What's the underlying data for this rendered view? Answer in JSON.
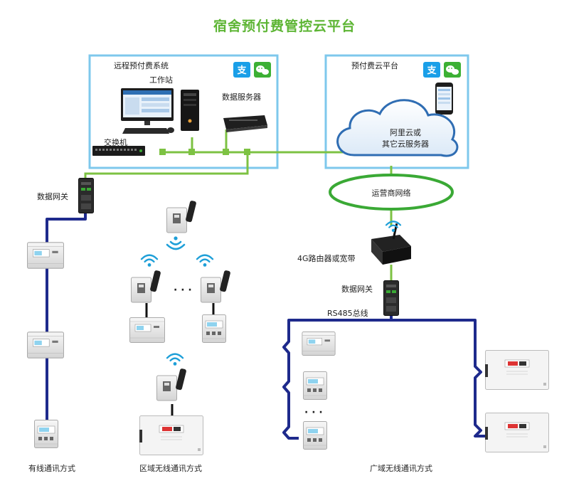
{
  "title": "宿舍预付费管控云平台",
  "labels": {
    "remote_system": "远程预付费系统",
    "workstation": "工作站",
    "data_server": "数据服务器",
    "switch": "交换机",
    "cloud_platform": "预付费云平台",
    "cloud_line1": "阿里云或",
    "cloud_line2": "其它云服务器",
    "carrier_network": "运营商网络",
    "data_gateway_left": "数据网关",
    "router_4g": "4G路由器或宽带",
    "data_gateway_right": "数据网关",
    "rs485": "RS485总线",
    "wired_mode": "有线通讯方式",
    "area_wireless_mode": "区域无线通讯方式",
    "wide_wireless_mode": "广域无线通讯方式",
    "ellipsis_mid": "· · ·",
    "ellipsis_right": "· · ·"
  },
  "icons": {
    "alipay_glyph": "支"
  },
  "colors": {
    "title_green": "#5db534",
    "box_border": "#7ec8ec",
    "green_line": "#7dc243",
    "bus_blue": "#1e2a8c",
    "cloud_blue": "#2f6db3",
    "carrier_green": "#3aa935",
    "alipay": "#1a9fe8",
    "wechat": "#3cb034"
  }
}
